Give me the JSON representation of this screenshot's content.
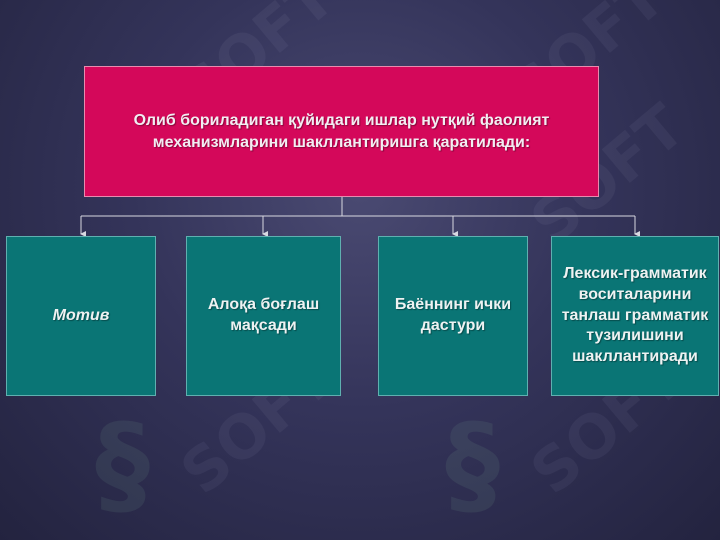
{
  "diagram": {
    "root": "Олиб бориладиган қуйидаги ишлар нутқий фаолият механизмларини шакллантиришга қаратилади:",
    "children": [
      "Мотив",
      "Алоқа боғлаш мақсади",
      "Баённинг ички дастури",
      "Лексик-грамматик воситаларини танлаш грамматик тузилишини шакллантиради"
    ]
  },
  "colors": {
    "root_fill": "#d4085a",
    "child_fill": "#0a7575",
    "background": "#34345a",
    "connector": "#d8d8e0"
  }
}
